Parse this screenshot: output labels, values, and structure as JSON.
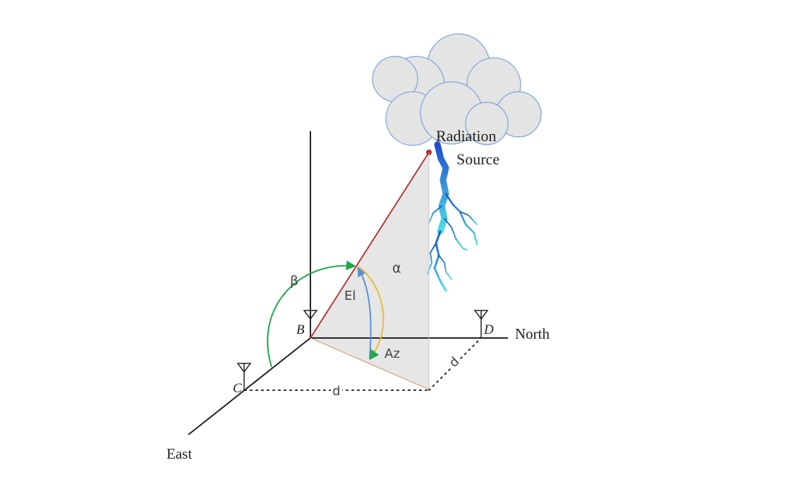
{
  "labels": {
    "radiation_line1": "Radiation",
    "radiation_line2": "Source",
    "north": "North",
    "east": "East",
    "antenna_b": "B",
    "antenna_c": "C",
    "antenna_d": "D",
    "beta": "β",
    "alpha": "α",
    "elevation": "El",
    "azimuth": "Az",
    "baseline_cd": "d",
    "baseline_dn": "d"
  },
  "colors": {
    "elevation_line": "#b22a2a",
    "beta_arc": "#1fa64a",
    "azimuth_arc": "#e8b93a",
    "elevation_arc": "#5b8fd6",
    "triangle_fill": "#e6e6e6",
    "cloud_fill": "#e4e4e4",
    "cloud_stroke": "#8eaedd",
    "lightning_top": "#1f4fd0",
    "lightning_bottom": "#4fe0e0"
  }
}
